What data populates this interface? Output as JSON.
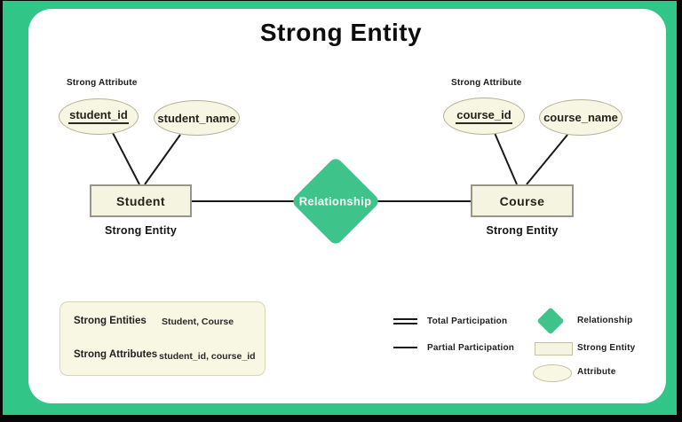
{
  "title": "Strong Entity",
  "colors": {
    "frame_green": "#31c587",
    "diamond_green": "#3ec38b",
    "shape_cream": "#f7f6e2",
    "line_black": "#1a1a1a"
  },
  "diagram": {
    "left": {
      "section_label": "Strong Attribute",
      "key_attribute": "student_id",
      "attribute": "student_name",
      "entity": "Student",
      "entity_caption": "Strong Entity"
    },
    "right": {
      "section_label": "Strong Attribute",
      "key_attribute": "course_id",
      "attribute": "course_name",
      "entity": "Course",
      "entity_caption": "Strong Entity"
    },
    "relationship_label": "Relationship"
  },
  "summary": {
    "rows": [
      {
        "label": "Strong Entities",
        "value": "Student, Course"
      },
      {
        "label": "Strong Attributes",
        "value": "student_id, course_id"
      }
    ]
  },
  "legend": {
    "total_participation": "Total Participation",
    "partial_participation": "Partial Participation",
    "relationship": "Relationship",
    "strong_entity": "Strong Entity",
    "attribute": "Attribute"
  }
}
